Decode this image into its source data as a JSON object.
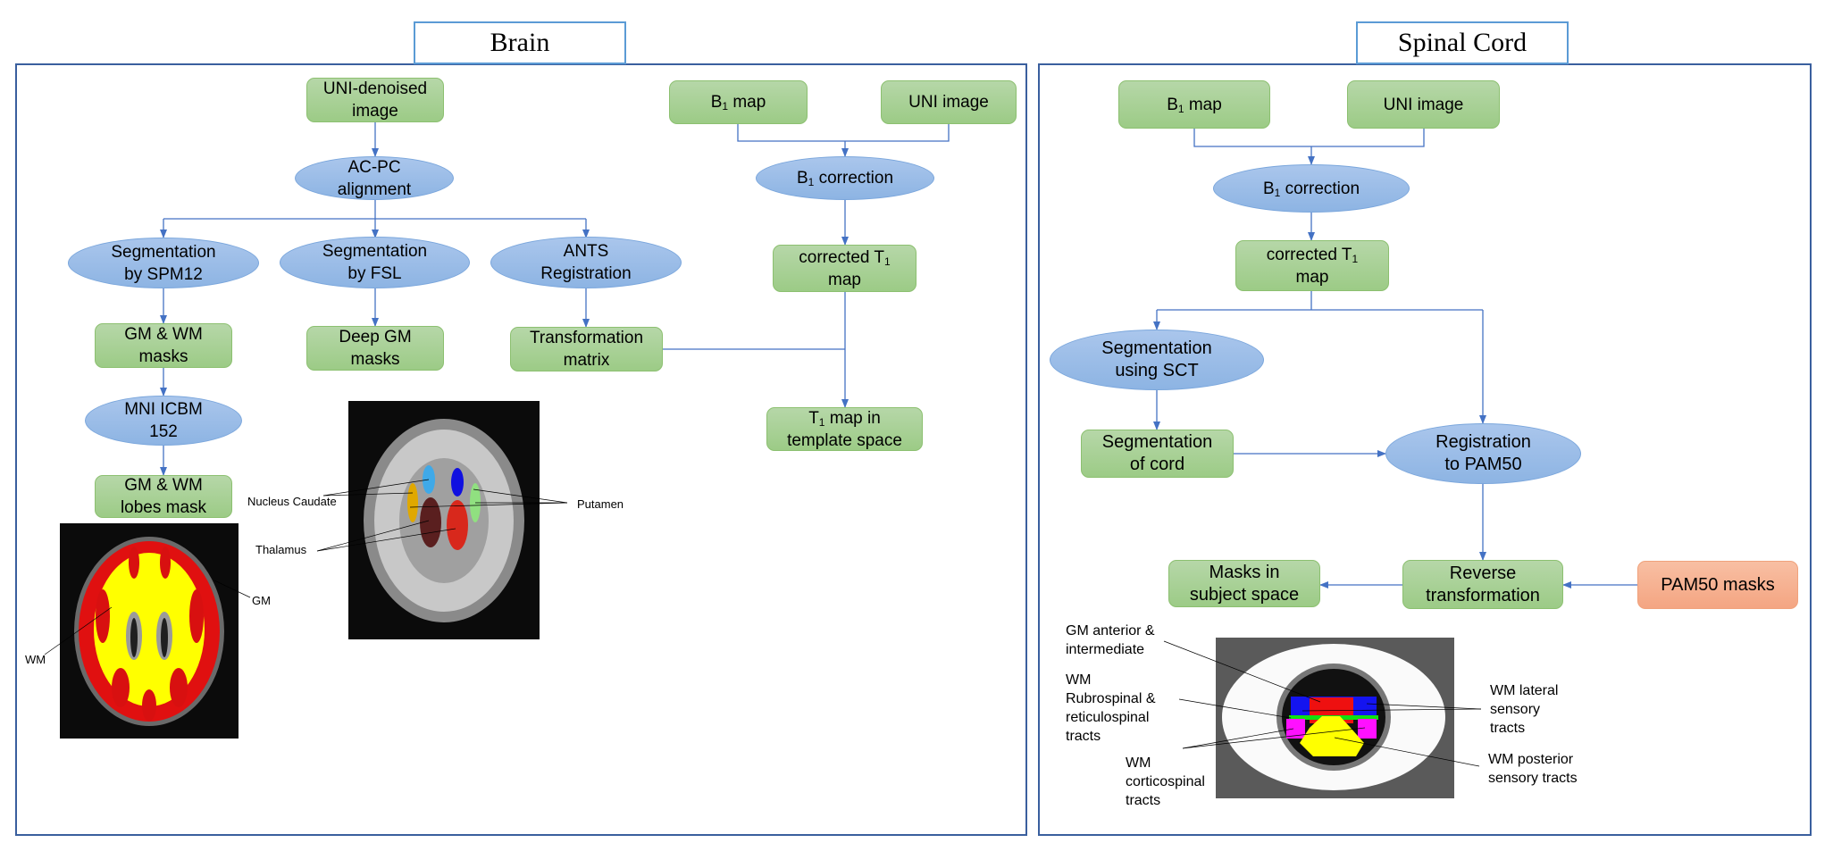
{
  "brain": {
    "title": "Brain",
    "uni_denoised": [
      "UNI-denoised",
      "image"
    ],
    "acpc": [
      "AC-PC",
      "alignment"
    ],
    "seg_spm": [
      "Segmentation",
      "by SPM12"
    ],
    "seg_fsl": [
      "Segmentation",
      "by FSL"
    ],
    "ants": [
      "ANTS",
      "Registration"
    ],
    "gm_wm_masks": [
      "GM & WM",
      "masks"
    ],
    "deep_gm": [
      "Deep GM",
      "masks"
    ],
    "transformation": [
      "Transformation",
      "matrix"
    ],
    "mni": [
      "MNI ICBM",
      "152"
    ],
    "lobes": [
      "GM & WM",
      "lobes mask"
    ],
    "b1_map": {
      "pre": "B",
      "sub": "1",
      "post": " map"
    },
    "uni_image": "UNI image",
    "b1_correction": {
      "pre": "B",
      "sub": "1",
      "post": " correction"
    },
    "corrected_t1": {
      "pre": "corrected T",
      "sub": "1",
      "line2": "map"
    },
    "t1_template": {
      "pre": "T",
      "sub": "1",
      "post": " map in",
      "line2": "template space"
    },
    "labels": {
      "nucleus_caudate": "Nucleus Caudate",
      "putamen": "Putamen",
      "thalamus": "Thalamus",
      "gm": "GM",
      "wm": "WM"
    }
  },
  "spinal": {
    "title": "Spinal Cord",
    "b1_map": {
      "pre": "B",
      "sub": "1",
      "post": " map"
    },
    "uni_image": "UNI image",
    "b1_correction": {
      "pre": "B",
      "sub": "1",
      "post": " correction"
    },
    "corrected_t1": {
      "pre": "corrected T",
      "sub": "1",
      "line2": "map"
    },
    "seg_sct": [
      "Segmentation",
      "using SCT"
    ],
    "seg_cord": [
      "Segmentation",
      "of cord"
    ],
    "registration": [
      "Registration",
      "to PAM50"
    ],
    "reverse": [
      "Reverse",
      "transformation"
    ],
    "masks_subject": [
      "Masks in",
      "subject space"
    ],
    "pam50_masks": "PAM50 masks",
    "labels": {
      "gm_anterior": [
        "GM anterior &",
        "intermediate"
      ],
      "wm_rubro": [
        "WM",
        "Rubrospinal &",
        "reticulospinal",
        "tracts"
      ],
      "wm_cortico": [
        "WM",
        "corticospinal",
        "tracts"
      ],
      "wm_lateral": [
        "WM lateral",
        "sensory",
        "tracts"
      ],
      "wm_posterior": [
        "WM posterior",
        "sensory tracts"
      ]
    }
  },
  "colors": {
    "arrow": "#4472c4",
    "box_green": "#a8d08d",
    "ellipse_blue": "#9dbde8",
    "box_orange": "#f4b183",
    "panel_border": "#3a5f9e"
  }
}
